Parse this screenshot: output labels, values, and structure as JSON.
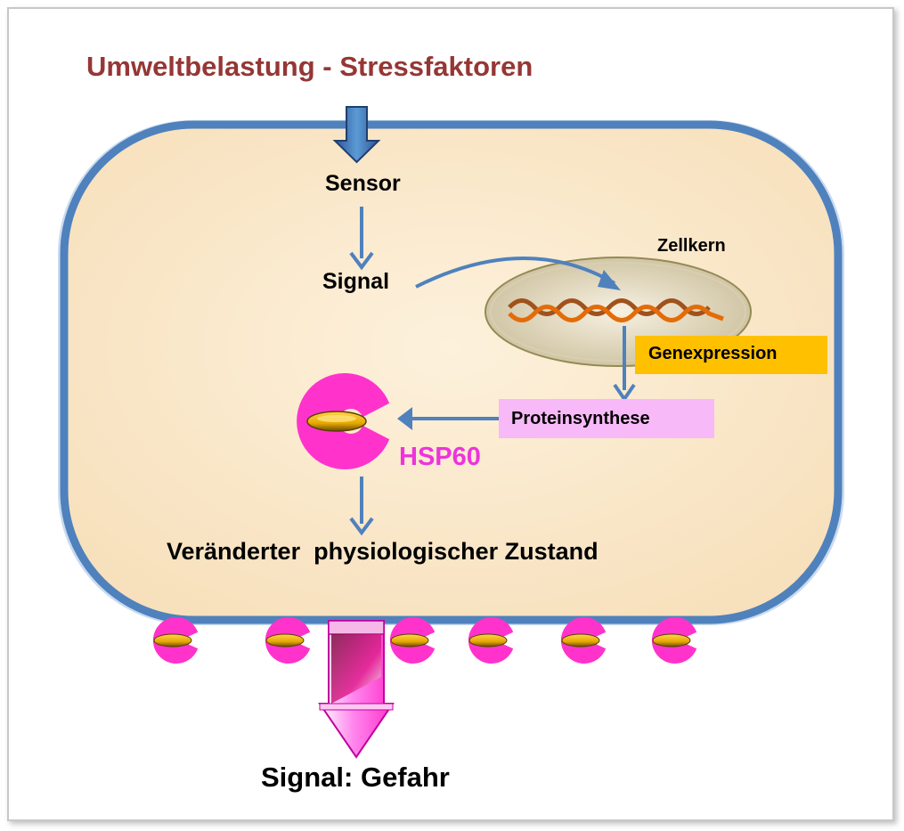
{
  "title": "Umweltbelastung - Stressfaktoren",
  "labels": {
    "sensor": "Sensor",
    "signal": "Signal",
    "nucleus": "Zellkern",
    "gene_expression": "Genexpression",
    "protein_synthesis": "Proteinsynthese",
    "hsp": "HSP60",
    "changed_state": "Veränderter  physiologischer Zustand",
    "danger_signal": "Signal: Gefahr"
  },
  "colors": {
    "title": "#953735",
    "membrane": "#4f81bd",
    "cytoplasm": "#fbe8c8",
    "arrow": "#4f81bd",
    "hsp": "#ff33cc",
    "substrate": "#e6a800",
    "gene_box": "#ffc000",
    "protein_box": "#f8b9f8",
    "dna_strand_a": "#e36c09",
    "dna_strand_b": "#a0521d"
  },
  "icons": {
    "hsp_chaperone": "pac-shape-icon",
    "substrate": "ellipse-bead-icon",
    "dna": "double-helix-icon"
  }
}
